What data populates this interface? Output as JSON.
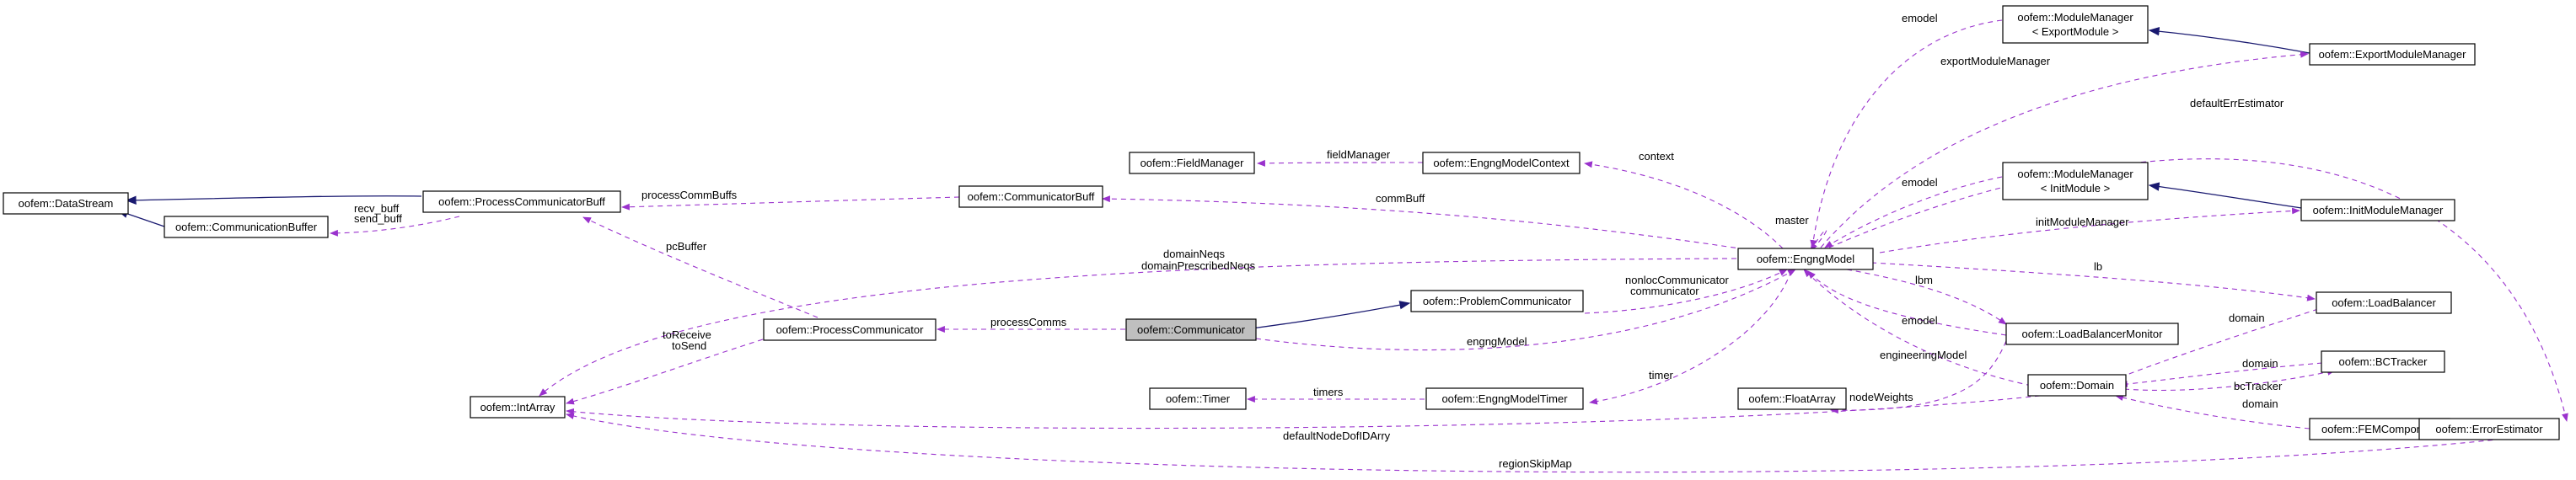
{
  "colors": {
    "usage_edge": "#9a32cd",
    "inheritance_edge": "#191970",
    "focus_fill": "#bfbfbf",
    "node_fill": "#ffffff"
  },
  "nodes": {
    "datastream": "oofem::DataStream",
    "processcommunicatorbuff": "oofem::ProcessCommunicatorBuff",
    "communicationbuffer": "oofem::CommunicationBuffer",
    "communicatorbuff": "oofem::CommunicatorBuff",
    "fieldmanager": "oofem::FieldManager",
    "engngmodelcontext": "oofem::EngngModelContext",
    "engngmodel": "oofem::EngngModel",
    "mm_export_1": "oofem::ModuleManager",
    "mm_export_2": "< ExportModule >",
    "exportmodulemanager": "oofem::ExportModuleManager",
    "mm_init_1": "oofem::ModuleManager",
    "mm_init_2": "< InitModule >",
    "initmodulemanager": "oofem::InitModuleManager",
    "processcommunicator": "oofem::ProcessCommunicator",
    "communicator": "oofem::Communicator",
    "problemcommunicator": "oofem::ProblemCommunicator",
    "loadbalancer": "oofem::LoadBalancer",
    "loadbalancermonitor": "oofem::LoadBalancerMonitor",
    "intarray": "oofem::IntArray",
    "timer": "oofem::Timer",
    "engngmodeltimer": "oofem::EngngModelTimer",
    "floatarray": "oofem::FloatArray",
    "domain": "oofem::Domain",
    "bctracker": "oofem::BCTracker",
    "femcomponent": "oofem::FEMComponent",
    "errorestimator": "oofem::ErrorEstimator"
  },
  "edge_labels": {
    "recv_buff": "recv_buff",
    "send_buff": "send_buff",
    "processCommBuffs": "processCommBuffs",
    "pcBuffer": "pcBuffer",
    "fieldManager": "fieldManager",
    "context": "context",
    "commBuff": "commBuff",
    "master": "master",
    "emodel_top": "emodel",
    "exportModuleManager": "exportModuleManager",
    "defaultErrEstimator": "defaultErrEstimator",
    "emodel_mid": "emodel",
    "initModuleManager": "initModuleManager",
    "domainNeqs": "domainNeqs",
    "domainPrescribedNeqs": "domainPrescribedNeqs",
    "nonlocCommunicator": "nonlocCommunicator",
    "communicator": "communicator",
    "lb": "lb",
    "lbm": "lbm",
    "emodel_low": "emodel",
    "processComms": "processComms",
    "toReceive": "toReceive",
    "toSend": "toSend",
    "engngModel": "engngModel",
    "domain_lb": "domain",
    "engineeringModel": "engineeringModel",
    "domain_bc": "domain",
    "bcTracker": "bcTracker",
    "timers": "timers",
    "timer": "timer",
    "nodeWeights": "nodeWeights",
    "domain_fem": "domain",
    "defaultNodeDofIDArry": "defaultNodeDofIDArry",
    "regionSkipMap": "regionSkipMap"
  }
}
